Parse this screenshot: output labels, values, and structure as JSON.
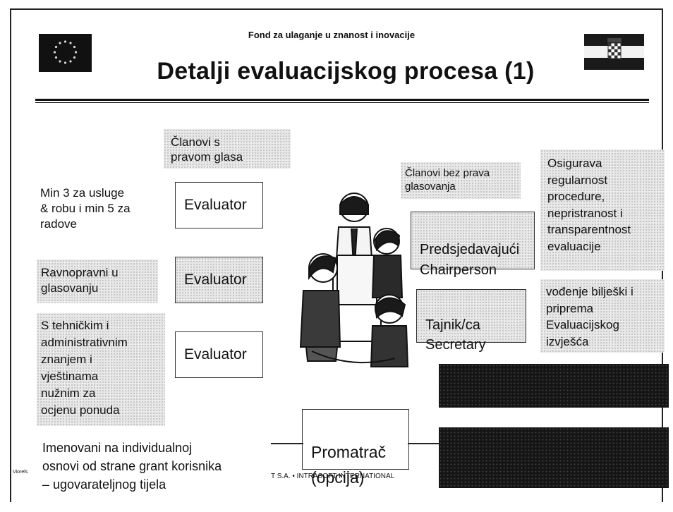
{
  "header": {
    "subtitle": "Fond za ulaganje u znanost i inovacije",
    "title": "Detalji evaluacijskog procesa (1)"
  },
  "left_notes": [
    "Min 3 za usluge\n& robu i min 5 za\nradove",
    "Ravnopravni u\nglasovanju",
    "S tehničkim i\nadministrativnim\nznanjem i\nvještinama\nnužnim za\nocjenu ponuda"
  ],
  "voting_members_label": "Članovi s\npravom glasa",
  "evaluators": [
    "Evaluator",
    "Evaluator",
    "Evaluator"
  ],
  "non_voting_label": "Članovi bez prava\nglasovanja",
  "chairperson_box": "Predsjedavajući\nChairperson",
  "chair_note": "Osigurava\nregularnost\nprocedure,\nnepristranost i\ntransparentnost\nevaluacije",
  "secretary_box": "Tajnik/ca\nSecretary",
  "secretary_note": "vođenje bilješki i\npriprema\nEvaluacijskog\nizvješća",
  "observer_box": "Promatrač\n(opcija)",
  "bottom_note": "Imenovani  na individualnoj\nosnovi od strane grant korisnika\n– ugovarateljnog tijela",
  "footer": {
    "left_mark": "Viorels",
    "company": "T S.A. • INTRASOFT INTERNATIONAL"
  },
  "colors": {
    "background": "#ffffff",
    "grain_panel": "#e6e6e6",
    "dark_panel": "#151515",
    "text": "#111111"
  }
}
